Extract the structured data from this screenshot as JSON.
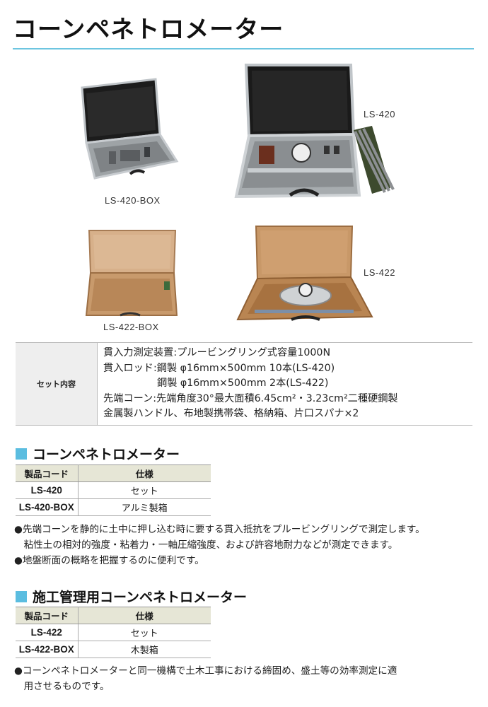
{
  "title": "コーンペネトロメーター",
  "photos": {
    "ls420box": "LS-420-BOX",
    "ls420": "LS-420",
    "ls422box": "LS-422-BOX",
    "ls422": "LS-422"
  },
  "set_table": {
    "header": "セット内容",
    "lines": [
      "貫入力測定装置:プルービングリング式容量1000N",
      "貫入ロッド:鋼製 φ16mm×500mm 10本(LS-420)",
      "鋼製 φ16mm×500mm 2本(LS-422)",
      "先端コーン:先端角度30°最大面積6.45cm²・3.23cm²二種硬鋼製",
      "金属製ハンドル、布地製携帯袋、格納箱、片口スパナ×2"
    ]
  },
  "section1": {
    "heading": "コーンペネトロメーター",
    "col_code": "製品コード",
    "col_spec": "仕様",
    "rows": [
      {
        "code": "LS-420",
        "spec": "セット"
      },
      {
        "code": "LS-420-BOX",
        "spec": "アルミ製箱"
      }
    ],
    "bullets": [
      "●先端コーンを静的に土中に押し込む時に要する貫入抵抗をプルービングリングで測定します。",
      "　粘性土の相対的強度・粘着力・一軸圧縮強度、および許容地耐力などが測定できます。",
      "●地盤断面の概略を把握するのに便利です。"
    ]
  },
  "section2": {
    "heading": "施工管理用コーンペネトロメーター",
    "col_code": "製品コード",
    "col_spec": "仕様",
    "rows": [
      {
        "code": "LS-422",
        "spec": "セット"
      },
      {
        "code": "LS-422-BOX",
        "spec": "木製箱"
      }
    ],
    "bullets": [
      "●コーンペネトロメーターと同一機構で土木工事における締固め、盛土等の効率測定に適",
      "　用させるものです。"
    ]
  },
  "colors": {
    "accent": "#5bbde0",
    "rule": "#6dc5e0",
    "table_head": "#e6e6d6"
  }
}
